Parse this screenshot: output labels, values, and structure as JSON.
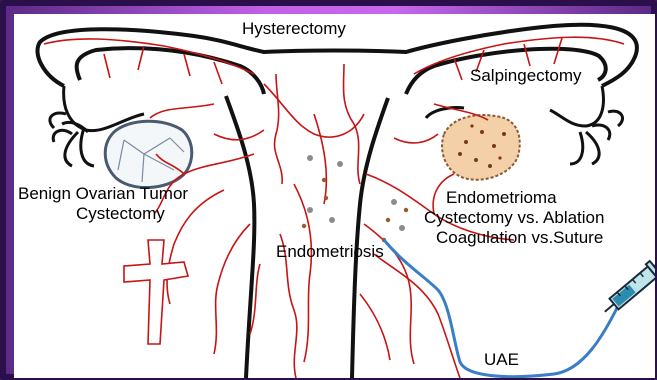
{
  "labels": {
    "hysterectomy": "Hysterectomy",
    "salpingectomy": "Salpingectomy",
    "benign_ovarian_tumor": "Benign Ovarian Tumor",
    "cystectomy": "Cystectomy",
    "endometrioma": "Endometrioma",
    "cystectomy_vs_ablation": "Cystectomy vs. Ablation",
    "coagulation_vs_suture": "Coagulation vs.Suture",
    "endometriosis": "Endometriosis",
    "uae": "UAE"
  },
  "colors": {
    "outline": "#111111",
    "vessels": "#c81414",
    "catheter": "#3a7ec8",
    "endometrioma_fill": "#f4d0a8",
    "endometrioma_edge": "#8a5a30",
    "tumor_edge": "#4a5a70",
    "endometriosis_dots_gray": "#8c8c8c",
    "endometriosis_dots_brown": "#9a5a2a",
    "syringe_barrel": "#bfe4ea",
    "syringe_fluid": "#2c8cb0"
  }
}
